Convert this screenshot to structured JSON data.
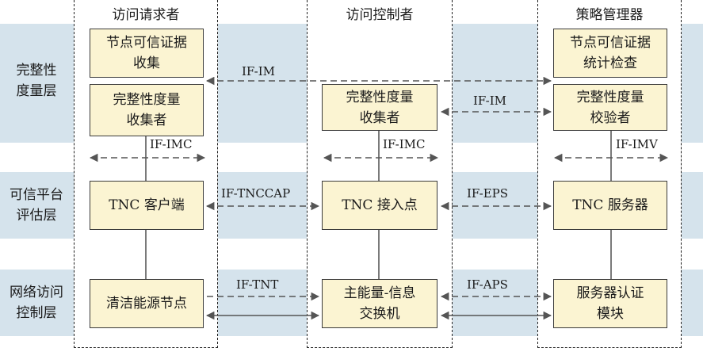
{
  "columns": {
    "requester": "访问请求者",
    "controller": "访问控制者",
    "policy": "策略管理器"
  },
  "layers": {
    "integrity": "完整性\n度量层",
    "platform": "可信平台\n评估层",
    "network": "网络访问\n控制层"
  },
  "boxes": {
    "node_cred_collect": "节点可信证据\n收集",
    "node_cred_stats": "节点可信证据\n统计检查",
    "imc_requester": "完整性度量\n收集者",
    "imc_controller": "完整性度量\n收集者",
    "imv_policy": "完整性度量\n校验者",
    "tnc_client": "TNC 客户端",
    "tnc_access_point": "TNC 接入点",
    "tnc_server": "TNC 服务器",
    "clean_energy_node": "清洁能源节点",
    "energy_info_switch": "主能量-信息\n交换机",
    "server_auth_module": "服务器认证\n模块"
  },
  "interfaces": {
    "if_im_top": "IF-IM",
    "if_im_mid": "IF-IM",
    "if_imc_left": "IF-IMC",
    "if_imc_mid": "IF-IMC",
    "if_imv": "IF-IMV",
    "if_tnccap": "IF-TNCCAP",
    "if_eps": "IF-EPS",
    "if_tnt": "IF-TNT",
    "if_aps": "IF-APS"
  },
  "colors": {
    "band": "#d5e3ec",
    "box_fill": "#fbf4d2",
    "arrow": "#555555"
  }
}
